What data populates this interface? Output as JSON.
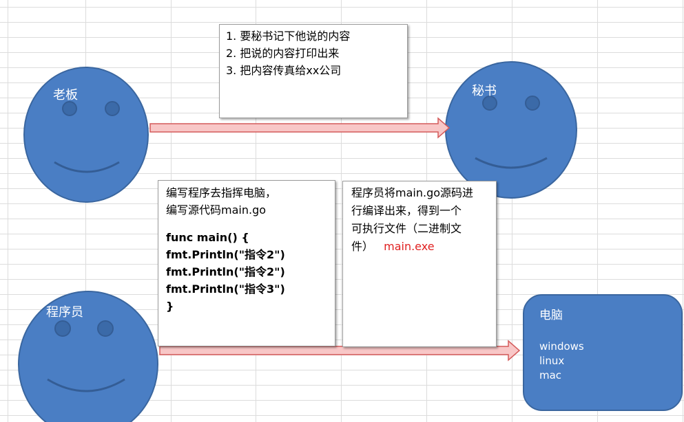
{
  "colors": {
    "face_fill": "#4a7ec4",
    "face_stroke": "#3a669f",
    "arrow_fill": "#f8c7c7",
    "arrow_stroke": "#d45a5a",
    "highlight_text": "#e02020",
    "grid_line": "#dcdcdc"
  },
  "faces": {
    "boss": {
      "label": "老板"
    },
    "secretary": {
      "label": "秘书"
    },
    "programmer": {
      "label": "程序员"
    }
  },
  "boss_instructions": {
    "lines": [
      "1. 要秘书记下他说的内容",
      "2. 把说的内容打印出来",
      "3. 把内容传真给xx公司"
    ]
  },
  "code_box": {
    "intro_lines": [
      "编写程序去指挥电脑，",
      "编写源代码main.go"
    ],
    "code_lines": [
      "func  main() {",
      "fmt.Println(\"指令2\")",
      "fmt.Println(\"指令2\")",
      "fmt.Println(\"指令3\")",
      "}"
    ]
  },
  "compile_box": {
    "lines": [
      "程序员将main.go源码进",
      "行编译出来，得到一个",
      "可执行文件（二进制文"
    ],
    "last_line_prefix": "件）",
    "exe_name": "main.exe"
  },
  "computer": {
    "title": "电脑",
    "os_list": [
      "windows",
      "linux",
      "mac"
    ]
  }
}
